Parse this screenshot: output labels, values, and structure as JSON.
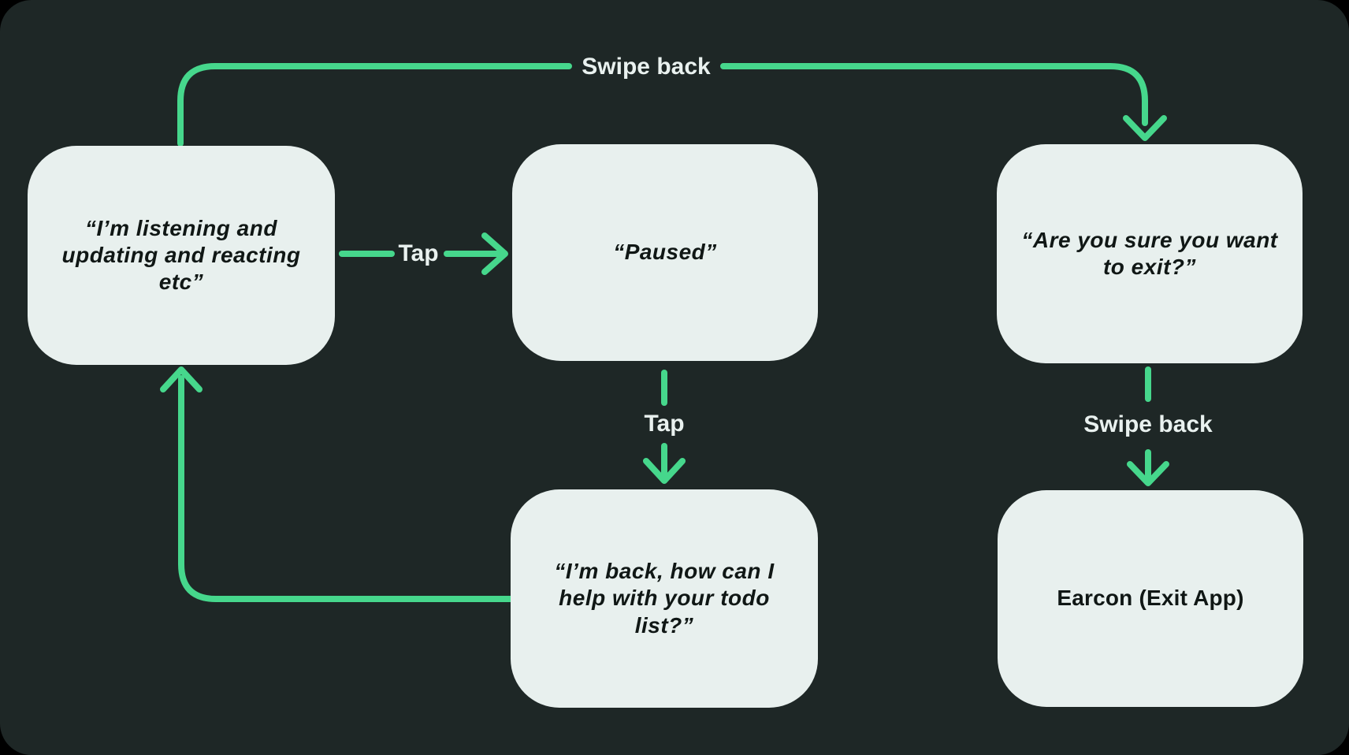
{
  "diagram": {
    "type": "flowchart",
    "description": "Voice assistant app state flow",
    "nodes": [
      {
        "id": "listening",
        "label": "“I’m listening and updating and reacting etc”"
      },
      {
        "id": "paused",
        "label": "“Paused”"
      },
      {
        "id": "exit-confirm",
        "label": "“Are you sure you want to exit?”"
      },
      {
        "id": "back",
        "label": "“I’m back, how can I help with your todo list?”"
      },
      {
        "id": "earcon",
        "label": "Earcon (Exit App)"
      }
    ],
    "edges": [
      {
        "from": "listening",
        "to": "paused",
        "label": "Tap"
      },
      {
        "from": "paused",
        "to": "back",
        "label": "Tap"
      },
      {
        "from": "back",
        "to": "listening",
        "label": ""
      },
      {
        "from": "listening",
        "to": "exit-confirm",
        "label": "Swipe back"
      },
      {
        "from": "exit-confirm",
        "to": "earcon",
        "label": "Swipe back"
      }
    ],
    "colors": {
      "canvas_background": "#1e2726",
      "outer_background": "#000000",
      "node_fill": "#e8f0ee",
      "node_text": "#101715",
      "arrow": "#46d78c",
      "edge_label_text": "#e9f1ef"
    }
  }
}
